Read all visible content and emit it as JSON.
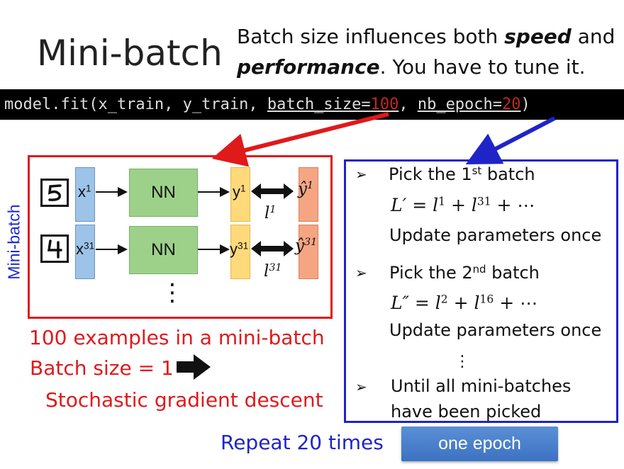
{
  "header": {
    "title": "Mini-batch",
    "subtitle_line1_pre": "Batch size influences both ",
    "subtitle_line1_bold": "speed",
    "subtitle_line1_post": " and",
    "subtitle_line2_bold": "performance",
    "subtitle_line2_post": ". You have to tune it."
  },
  "code": {
    "prefix": "model.fit(x_train, y_train, ",
    "batch_key": "batch_size=",
    "batch_value": "100",
    "sep": ", ",
    "epoch_key": "nb_epoch=",
    "epoch_value": "20",
    "suffix": ")"
  },
  "diagram": {
    "side_label": "Mini-batch",
    "nn_label": "NN",
    "row1": {
      "x": "x",
      "x_sup": "1",
      "y": "y",
      "y_sup": "1",
      "yhat_sup": "1",
      "loss": "l",
      "loss_sup": "1"
    },
    "row2": {
      "x": "x",
      "x_sup": "31",
      "y": "y",
      "y_sup": "31",
      "yhat_sup": "31",
      "loss": "l",
      "loss_sup": "31"
    },
    "yhat_symbol": "ŷ",
    "ellipsis": "⋮"
  },
  "notes": {
    "examples": "100 examples in a mini-batch",
    "batch_size_one": "Batch size = 1",
    "sgd": "Stochastic gradient descent",
    "repeat": "Repeat 20 times",
    "epoch_button": "one epoch"
  },
  "steps": {
    "pick1_pre": "Pick the 1",
    "pick1_sup": "st",
    "pick1_post": " batch",
    "eq1_lhs": "L′",
    "eq1_eq": " = ",
    "eq1_t1": "l",
    "eq1_t1_sup": "1",
    "eq1_plus": " + ",
    "eq1_t2": "l",
    "eq1_t2_sup": "31",
    "eq1_tail": " + ⋯",
    "update1": "Update parameters once",
    "pick2_pre": "Pick the 2",
    "pick2_sup": "nd",
    "pick2_post": " batch",
    "eq2_lhs": "L″",
    "eq2_eq": " = ",
    "eq2_t1": "l",
    "eq2_t1_sup": "2",
    "eq2_plus": " + ",
    "eq2_t2": "l",
    "eq2_t2_sup": "16",
    "eq2_tail": " + ⋯",
    "update2": "Update parameters once",
    "ellipsis": "⋮",
    "until_line1": "Until all mini-batches",
    "until_line2": "have been picked",
    "bullet_symbol": "➢"
  },
  "colors": {
    "red_accent": "#e0191b",
    "blue_accent": "#1e24c8",
    "code_background": "#000000",
    "code_number": "#c0281e"
  }
}
